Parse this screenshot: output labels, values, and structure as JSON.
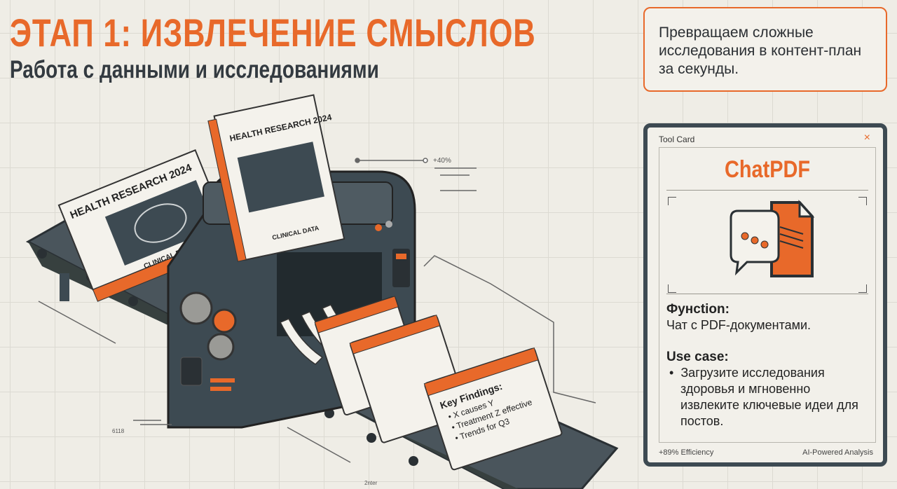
{
  "header": {
    "title": "ЭТАП 1: ИЗВЛЕЧЕНИЕ СМЫСЛОВ",
    "subtitle": "Работа с данными и исследованиями"
  },
  "tagline": "Превращаем сложные исследования в контент-план за секунды.",
  "tool_card": {
    "header": "Tool Card",
    "close_icon": "×",
    "name": "ChatPDF",
    "icon": "chat-bubble-with-pdf-document",
    "function_label": "Фунction:",
    "function_text": "Чат с PDF-документами.",
    "use_case_label": "Use case:",
    "use_case_items": [
      "Загрузите исследования здоровья и мгновенно извлеките ключевые идеи для постов."
    ],
    "footer_left": "+89% Efficiency",
    "footer_right": "AI-Powered Analysis"
  },
  "illustration": {
    "book_title": "HEALTH RESEARCH 2024",
    "book_subtitle": "CLINICAL DATA",
    "card_title": "Key Findings:",
    "card_items": [
      "X causes Y",
      "Treatment Z effective",
      "Trends for Q3"
    ],
    "annotations": {
      "percent": "+40%",
      "left_number": "6118",
      "bottom": "2nter"
    }
  },
  "colors": {
    "accent": "#e8692a",
    "dark": "#3d4a52",
    "background": "#efede6"
  }
}
